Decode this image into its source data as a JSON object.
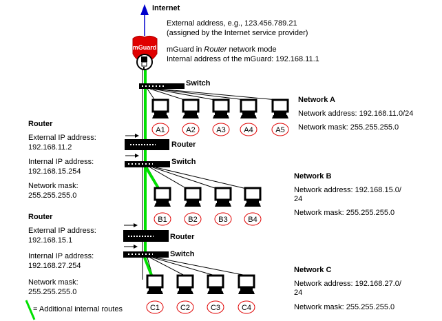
{
  "internet": {
    "title": "Internet",
    "external_line1": "External address, e.g., 123.456.789.21",
    "external_line2": "(assigned by the Internet service provider)"
  },
  "mguard": {
    "badge": "mGuard",
    "mode_prefix": "mGuard in ",
    "mode_italic": "Router",
    "mode_suffix": " network mode",
    "internal": "Internal address of the mGuard: 192.168.11.1"
  },
  "devices": {
    "switch": "Switch",
    "router": "Router"
  },
  "networks": [
    {
      "title": "Network A",
      "address_label": "Network address: 192.168.11.0/24",
      "address_cont": "",
      "mask": "Network mask: 255.255.255.0",
      "nodes": [
        "A1",
        "A2",
        "A3",
        "A4",
        "A5"
      ]
    },
    {
      "title": "Network B",
      "address_label": "Network address: 192.168.15.0/",
      "address_cont": "24",
      "mask": "Network mask: 255.255.255.0",
      "nodes": [
        "B1",
        "B2",
        "B3",
        "B4"
      ]
    },
    {
      "title": "Network C",
      "address_label": "Network address: 192.168.27.0/",
      "address_cont": "24",
      "mask": "Network mask: 255.255.255.0",
      "nodes": [
        "C1",
        "C2",
        "C3",
        "C4"
      ]
    }
  ],
  "routers": [
    {
      "title": "Router",
      "ext_label": "External IP address:",
      "ext_value": "192.168.11.2",
      "int_label": "Internal IP address:",
      "int_value": "192.168.15.254",
      "mask_label": "Network mask:",
      "mask_value": "255.255.255.0"
    },
    {
      "title": "Router",
      "ext_label": "External IP address:",
      "ext_value": "192.168.15.1",
      "int_label": "Internal IP address:",
      "int_value": "192.168.27.254",
      "mask_label": "Network mask:",
      "mask_value": "255.255.255.0"
    }
  ],
  "legend": {
    "text": "= Additional internal routes"
  },
  "colors": {
    "route_green": "#00e000",
    "internet_arrow": "#0000cc",
    "mguard_red": "#e00000",
    "node_circle": "#e00000"
  }
}
